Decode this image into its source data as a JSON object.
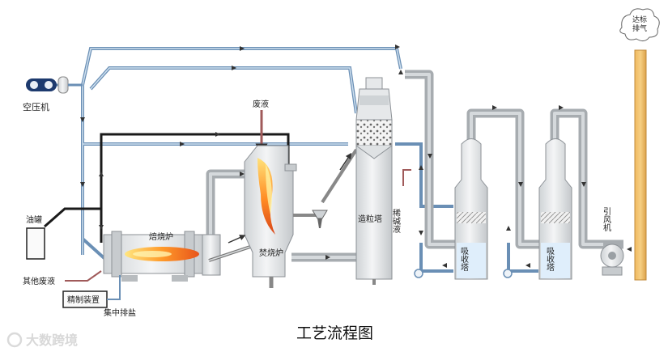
{
  "diagram": {
    "caption": "工艺流程图",
    "watermark": "大数跨境",
    "labels": {
      "air_compressor": "空压机",
      "waste_liquid": "废液",
      "oil_tank": "油罐",
      "other_waste_liquid": "其他废液",
      "refining_device": "精制装置",
      "salt_discharge": "集中排盐",
      "roaster": "焙烧炉",
      "incinerator": "焚烧炉",
      "granulation_tower": "造粒塔",
      "dilute_brine": "稀碱液",
      "absorber_1": "吸收塔",
      "absorber_2": "吸收塔",
      "induced_fan": "引风机",
      "stack": "达标排气"
    }
  }
}
